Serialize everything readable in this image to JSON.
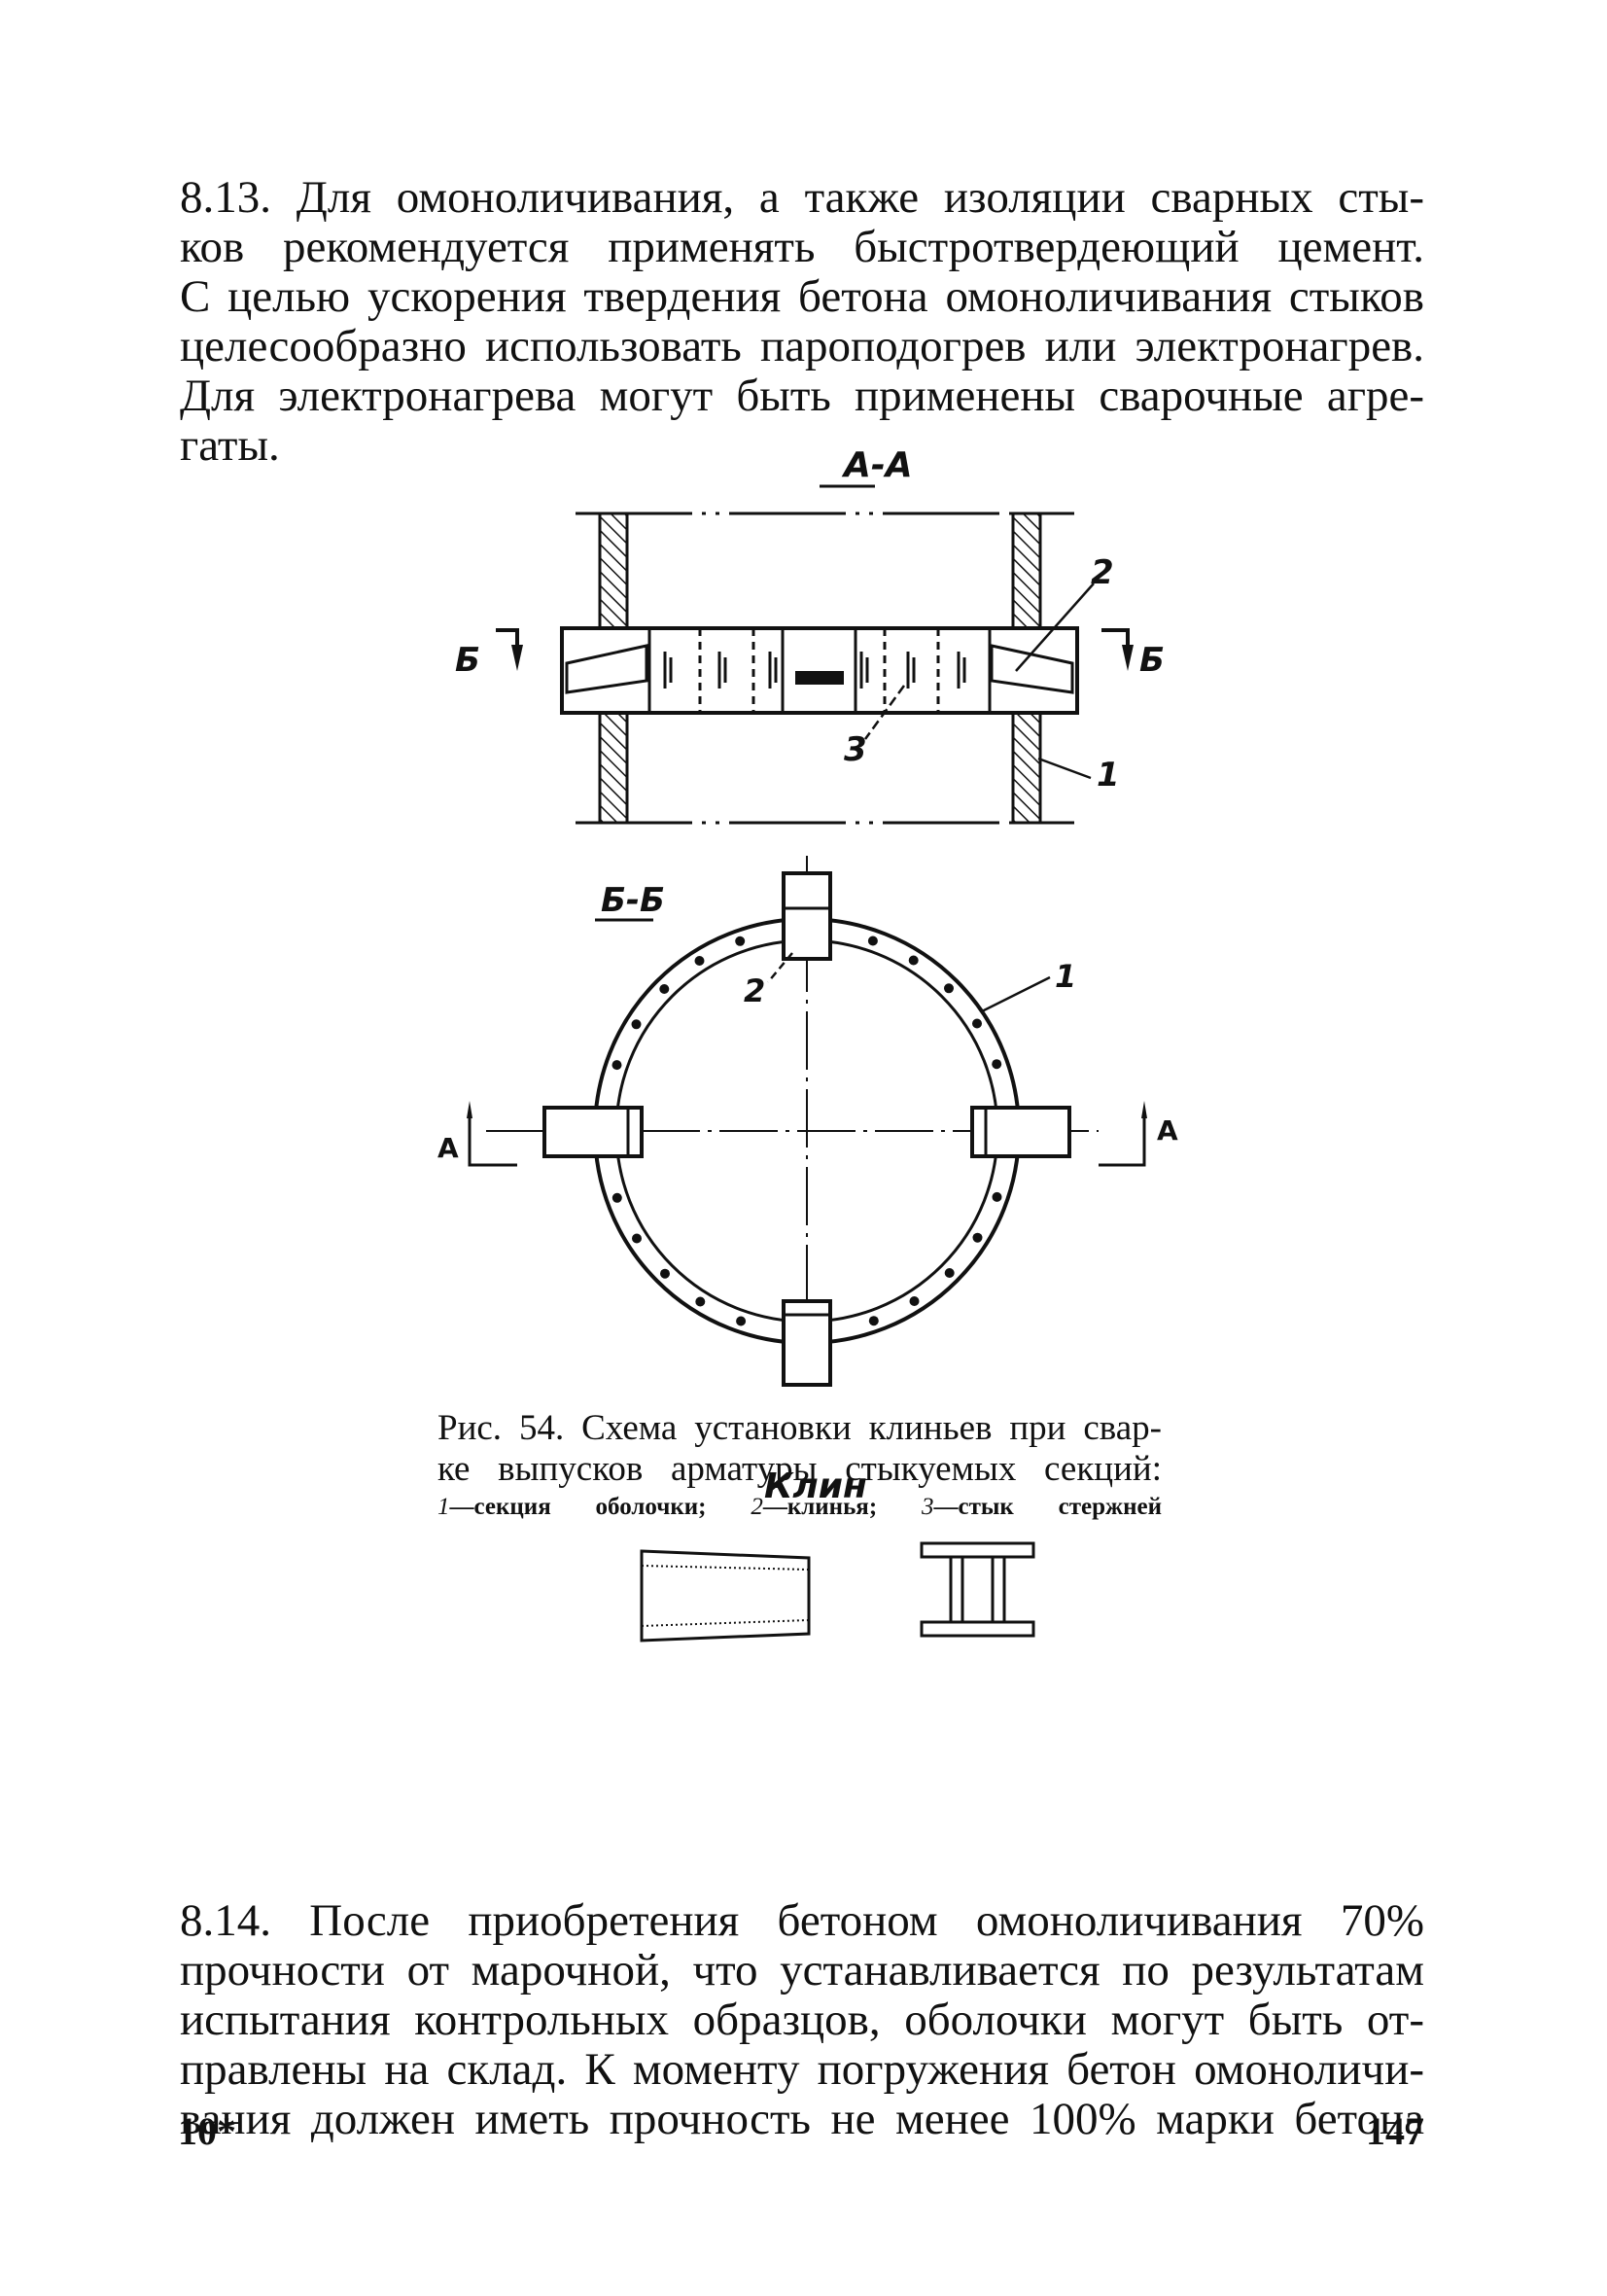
{
  "paragraph_813": {
    "lines": [
      "8.13. Для омоноличивания, а также изоляции сварных сты-",
      "ков рекомендуется применять быстротвердеющий цемент.",
      "С целью ускорения твердения бетона омоноличивания стыков",
      "целесообразно использовать пароподогрев или электронагрев.",
      "Для электронагрева могут быть применены сварочные агре-",
      "гаты."
    ]
  },
  "figure": {
    "section_aa_label": "А-А",
    "section_bb_label": "Б-Б",
    "cut_b_left": "Б",
    "cut_b_right": "Б",
    "cut_a_left": "А",
    "cut_a_right": "А",
    "callout_1": "1",
    "callout_2": "2",
    "callout_3": "3",
    "ring_callout_1": "1",
    "ring_callout_2": "2",
    "wedge_title": "Клин"
  },
  "caption": {
    "line1": "Рис. 54. Схема установки клиньев при свар-",
    "line2": "ке выпусков арматуры стыкуемых секций:",
    "legend_1_num": "1",
    "legend_1_text": "—секция оболочки;",
    "legend_2_num": "2",
    "legend_2_text": "—клинья;",
    "legend_3_num": "3",
    "legend_3_text": "—стык стержней"
  },
  "paragraph_814": {
    "lines": [
      "8.14. После приобретения бетоном омоноличивания 70%",
      "прочности от марочной, что устанавливается по результатам",
      "испытания контрольных образцов, оболочки могут быть от-",
      "правлены на склад. К моменту погружения бетон омоноличи-",
      "вания должен иметь прочность не менее 100% марки бетона"
    ]
  },
  "footer": {
    "left": "10*",
    "right": "147"
  }
}
